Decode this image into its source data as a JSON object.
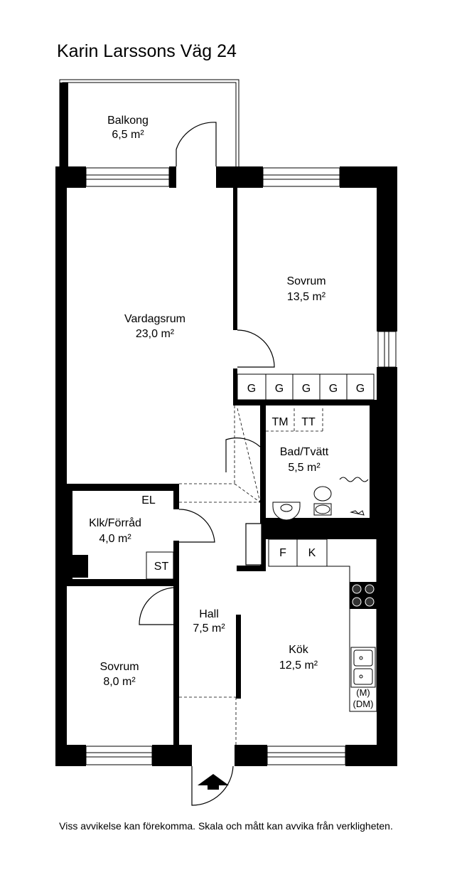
{
  "title": "Karin Larssons Väg 24",
  "rooms": {
    "balkong": {
      "name": "Balkong",
      "area": "6,5 m²"
    },
    "vardagsrum": {
      "name": "Vardagsrum",
      "area": "23,0 m²"
    },
    "sovrum_large": {
      "name": "Sovrum",
      "area": "13,5 m²"
    },
    "bad": {
      "name": "Bad/Tvätt",
      "area": "5,5 m²"
    },
    "klk": {
      "name": "Klk/Förråd",
      "area": "4,0 m²"
    },
    "hall": {
      "name": "Hall",
      "area": "7,5 m²"
    },
    "kok": {
      "name": "Kök",
      "area": "12,5 m²"
    },
    "sovrum_small": {
      "name": "Sovrum",
      "area": "8,0 m²"
    }
  },
  "fixtures": {
    "wardrobe": [
      "G",
      "G",
      "G",
      "G",
      "G"
    ],
    "tm": "TM",
    "tt": "TT",
    "el": "EL",
    "st": "ST",
    "f": "F",
    "k": "K",
    "m": "(M)",
    "dm": "(DM)"
  },
  "disclaimer": "Viss avvikelse kan förekomma. Skala och mått kan avvika från verkligheten."
}
